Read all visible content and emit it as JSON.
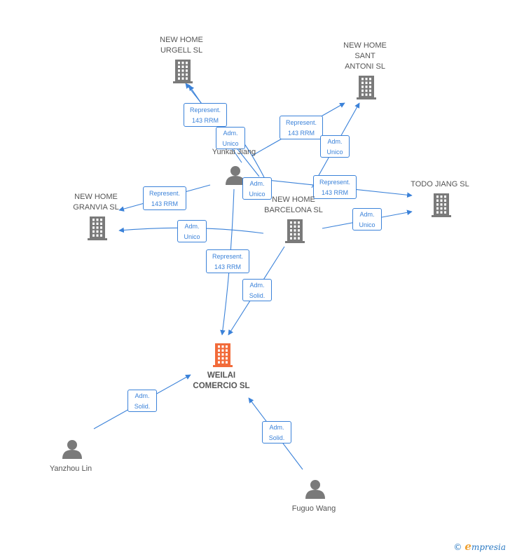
{
  "nodes": [
    {
      "id": "urgell",
      "type": "company",
      "label": "NEW HOME\nURGELL  SL"
    },
    {
      "id": "antoni",
      "type": "company",
      "label": "NEW HOME\nSANT\nANTONI  SL"
    },
    {
      "id": "yunkai",
      "type": "person",
      "label": "Yunkai Jiang"
    },
    {
      "id": "granvia",
      "type": "company",
      "label": "NEW HOME\nGRANVIA  SL"
    },
    {
      "id": "barcelona",
      "type": "company",
      "label": "NEW HOME\nBARCELONA  SL"
    },
    {
      "id": "todo",
      "type": "company",
      "label": "TODO JIANG SL"
    },
    {
      "id": "weilai",
      "type": "company-main",
      "label": "WEILAI\nCOMERCIO  SL"
    },
    {
      "id": "yanzhou",
      "type": "person",
      "label": "Yanzhou Lin"
    },
    {
      "id": "fuguo",
      "type": "person",
      "label": "Fuguo Wang"
    }
  ],
  "edges": [
    {
      "label": "Represent.\n143 RRM"
    },
    {
      "label": "Adm.\nUnico"
    },
    {
      "label": "Represent.\n143 RRM"
    },
    {
      "label": "Adm.\nUnico"
    },
    {
      "label": "Adm.\nUnico"
    },
    {
      "label": "Represent.\n143 RRM"
    },
    {
      "label": "Represent.\n143 RRM"
    },
    {
      "label": "Adm.\nUnico"
    },
    {
      "label": "Adm.\nUnico"
    },
    {
      "label": "Represent.\n143 RRM"
    },
    {
      "label": "Adm.\nSolid."
    },
    {
      "label": "Adm.\nSolid."
    },
    {
      "label": "Adm.\nSolid."
    }
  ],
  "colors": {
    "edge": "#3b82d9",
    "company": "#7a7a7a",
    "main": "#f26b3a",
    "person": "#7a7a7a"
  },
  "footer": {
    "copyright": "©",
    "brand_initial": "e",
    "brand_rest": "mpresia"
  }
}
